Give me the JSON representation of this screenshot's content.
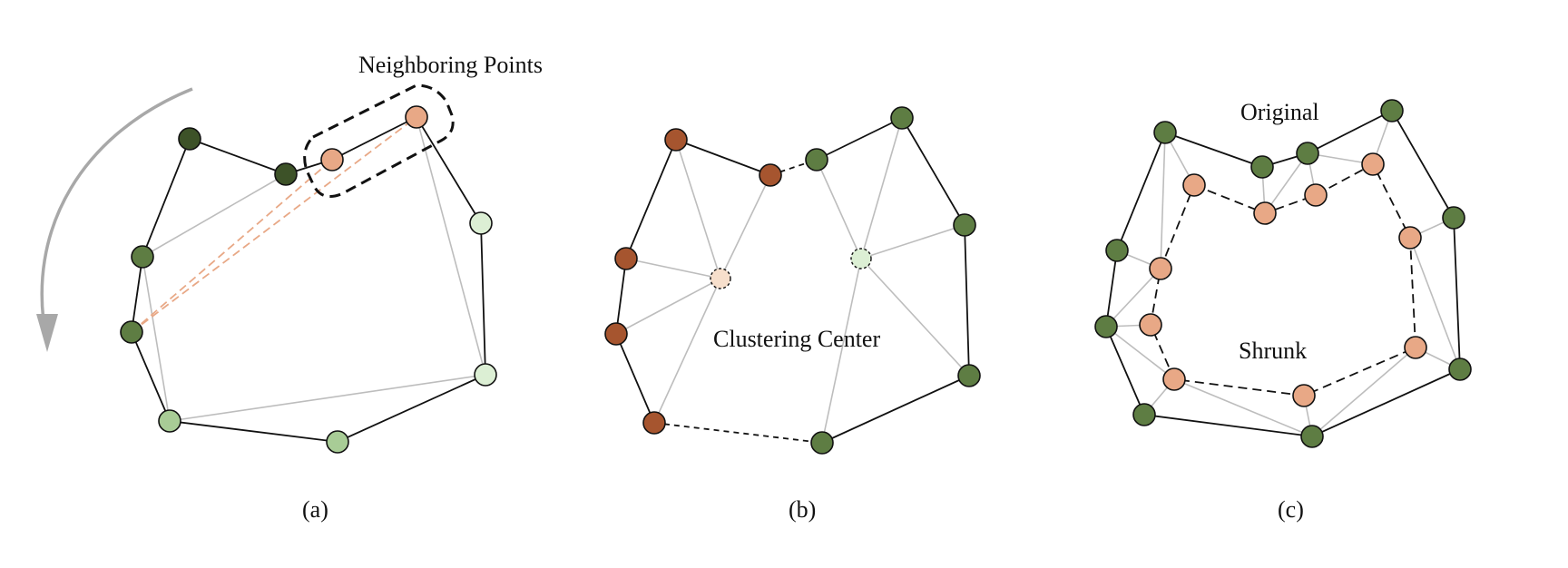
{
  "labels": {
    "neighboring_points": "Neighboring Points",
    "clustering_center": "Clustering Center",
    "original": "Original",
    "shrunk": "Shrunk"
  },
  "captions": {
    "a": "(a)",
    "b": "(b)",
    "c": "(c)"
  },
  "colors": {
    "dark_green": "#3d5228",
    "green": "#5e7d43",
    "light_green": "#a8cc96",
    "pale_green": "#dcefd4",
    "orange": "#e8a886",
    "brown": "#a6552f",
    "pale_orange": "#f7dfcc",
    "gray_line": "#bdbdbd",
    "arrow_gray": "#a8a8a8",
    "black": "#111111"
  }
}
